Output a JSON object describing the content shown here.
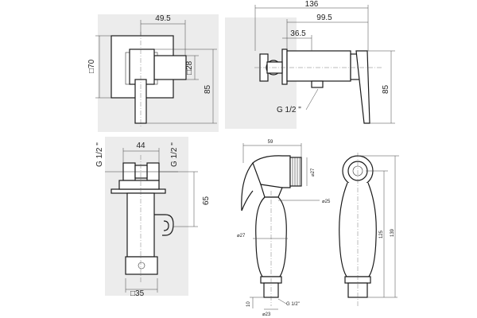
{
  "dimensions": {
    "front_valve_width": "49.5",
    "front_valve_square": "70",
    "front_valve_cap": "28",
    "front_valve_height": "85",
    "side_total": "136",
    "side_lever": "99.5",
    "side_body": "36.5",
    "side_height": "85",
    "side_thread": "G 1/2 \"",
    "bracket_thread_left": "G 1/2 \"",
    "bracket_thread_right": "G 1/2 \"",
    "bracket_width": "44",
    "bracket_height": "65",
    "bracket_base": "35",
    "spray_width": "59",
    "spray_head_dia": "27",
    "spray_neck_dia": "25",
    "spray_body_dia": "27",
    "spray_base_dia": "23",
    "spray_base_h": "10",
    "spray_thread": "G 1/2\"",
    "spray_len_inner": "125",
    "spray_len_total": "139"
  },
  "symbols": {
    "square": "□",
    "diameter": "⌀"
  }
}
